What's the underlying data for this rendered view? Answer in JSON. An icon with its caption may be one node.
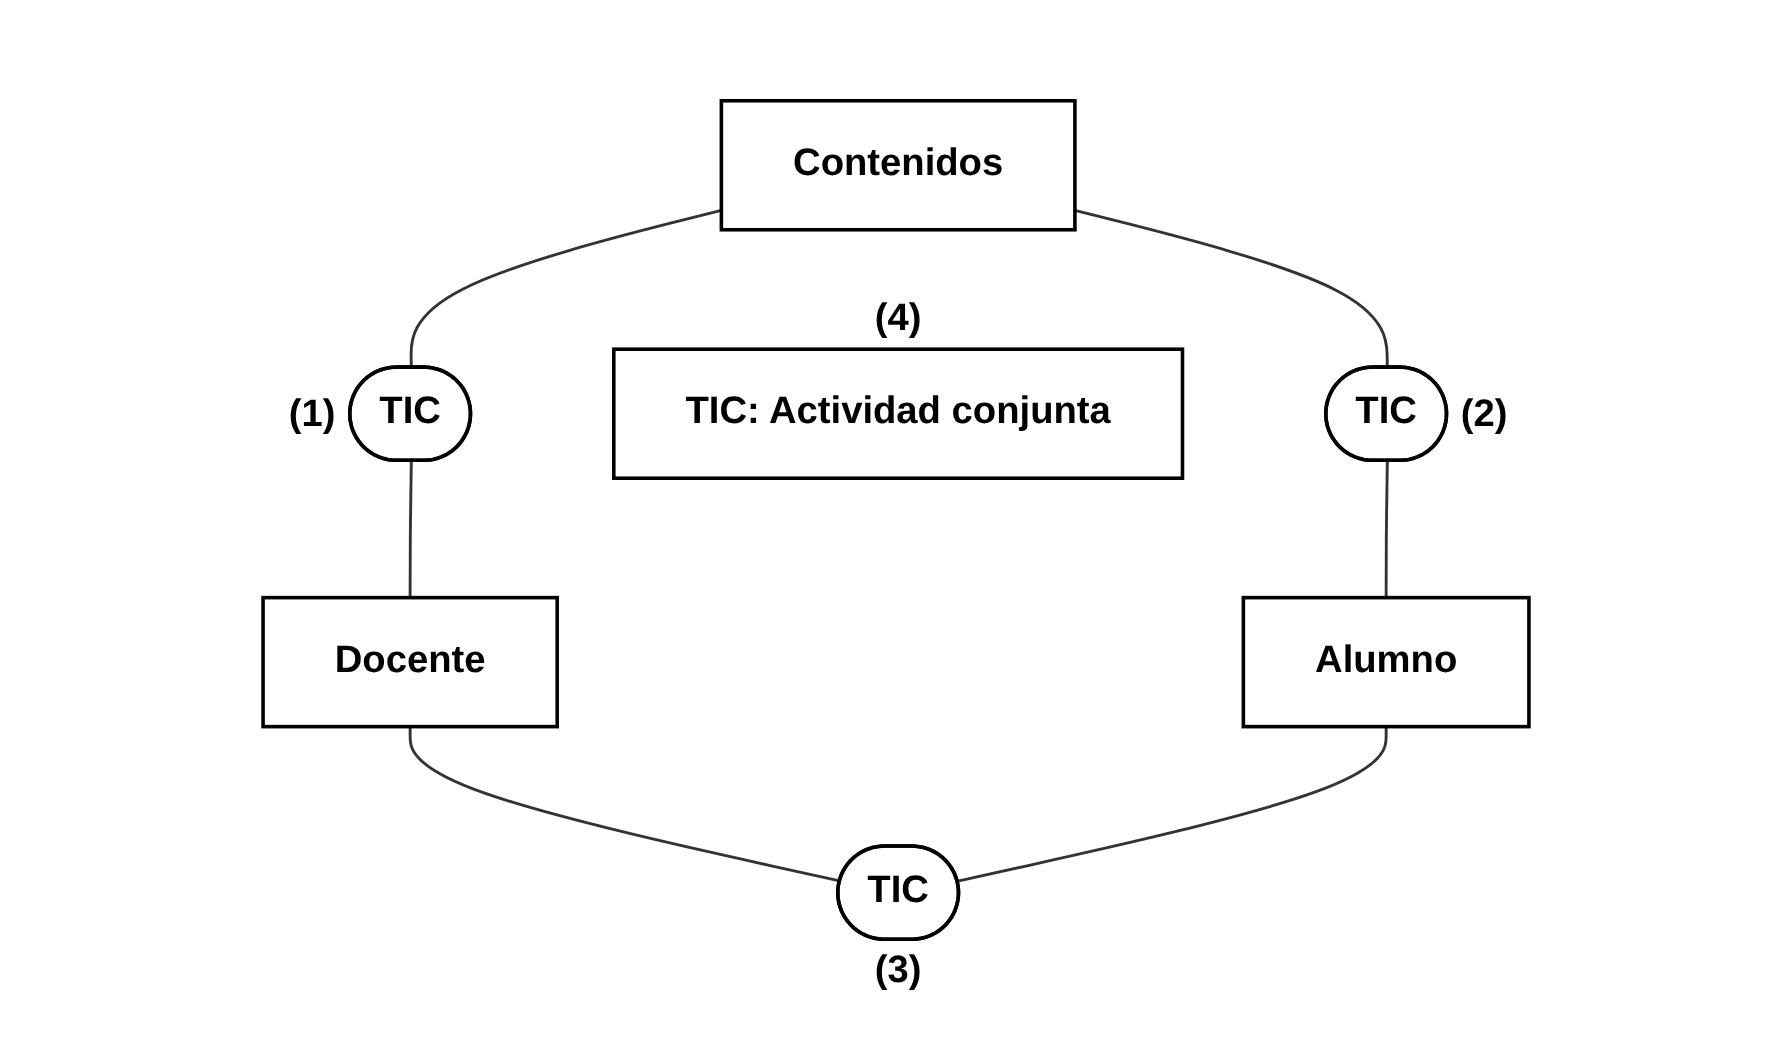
{
  "diagram": {
    "nodes": [
      {
        "text": [
          "Contenidos"
        ]
      },
      {
        "text": [
          "TIC"
        ],
        "beside": [
          "(1)"
        ]
      },
      {
        "text": [
          "TIC: Actividad conjunta"
        ],
        "beside": [
          "(4)"
        ]
      },
      {
        "text": [
          "TIC"
        ],
        "beside": [
          "(2)"
        ]
      },
      {
        "text": [
          "Docente"
        ]
      },
      {
        "text": [
          "TIC"
        ],
        "beside": [
          "(3)"
        ]
      },
      {
        "text": [
          "Alumno"
        ]
      }
    ],
    "edges": [
      {
        "from": 0,
        "to": 1,
        "arrow": "none"
      },
      {
        "from": 1,
        "to": 4,
        "arrow": "none"
      },
      {
        "from": 0,
        "to": 3,
        "arrow": "none"
      },
      {
        "from": 3,
        "to": 6,
        "arrow": "none"
      },
      {
        "from": 4,
        "to": 5,
        "arrow": "none"
      },
      {
        "from": 5,
        "to": 6,
        "arrow": "none"
      }
    ]
  }
}
